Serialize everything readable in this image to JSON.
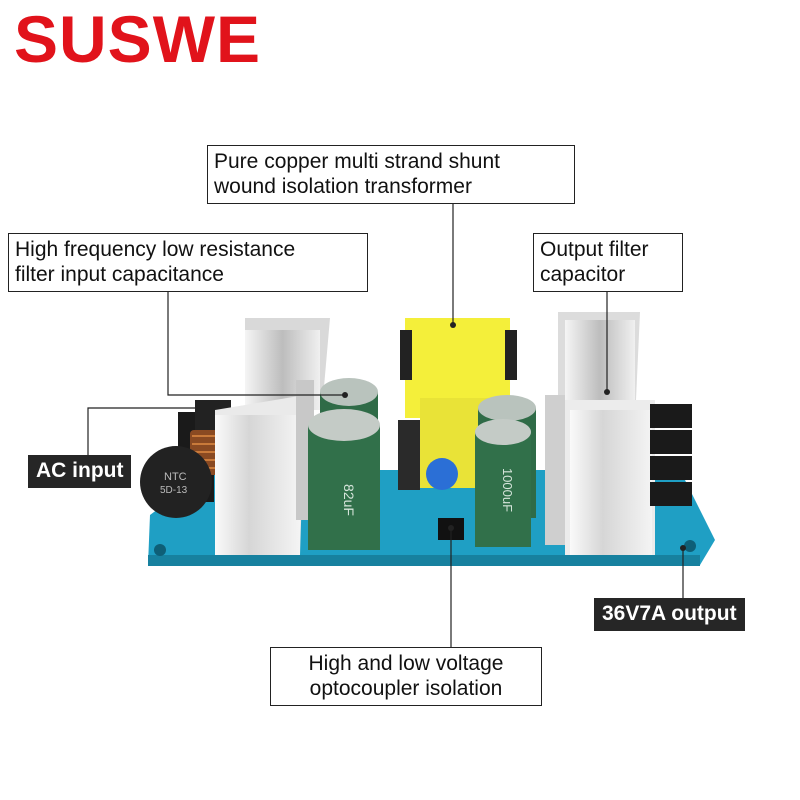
{
  "brand": {
    "name": "SUSWE",
    "color": "#e1131b"
  },
  "callouts": {
    "transformer": {
      "line1": "Pure copper multi strand shunt",
      "line2": "wound isolation transformer"
    },
    "input_cap": {
      "line1": "High frequency low resistance",
      "line2": "filter input capacitance"
    },
    "output_cap": {
      "line1": "Output filter",
      "line2": "capacitor"
    },
    "optocoupler": {
      "line1": "High and low voltage",
      "line2": "optocoupler isolation"
    }
  },
  "tags": {
    "ac_input": "AC input",
    "output": "36V7A output"
  },
  "board": {
    "pcb_color": "#1f9fc4",
    "heatsink_color": "#e6e6e6",
    "capacitor_color": "#2f6b47",
    "transformer_color": "#f4ef3a",
    "ntc_label_1": "NTC",
    "ntc_label_2": "5D-13",
    "cap_label_small": "82uF",
    "cap_label_large": "1000uF"
  }
}
